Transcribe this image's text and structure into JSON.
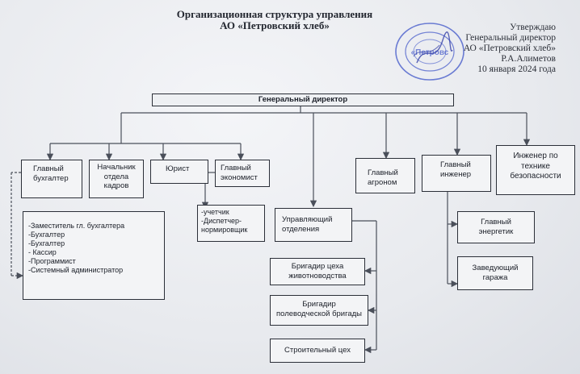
{
  "header": {
    "title_line1": "Организационная  структура  управления",
    "title_line2": "АО «Петровский хлеб»"
  },
  "approval": {
    "line1": "Утверждаю",
    "line2": "Генеральный директор",
    "line3": "АО «Петровский хлеб»",
    "line4": "Р.А.Алиметов",
    "line5": "10 января 2024 года"
  },
  "stamp": {
    "color": "#3e54c8"
  },
  "chart": {
    "ceo": "Генеральный директор",
    "chief_accountant": [
      "Главный",
      "бухгалтер"
    ],
    "hr_head": [
      "Начальник",
      "отдела",
      "кадров"
    ],
    "lawyer": "Юрист",
    "chief_economist": [
      "Главный",
      "экономист"
    ],
    "chief_agronomist": [
      "Главный",
      "агроном"
    ],
    "chief_engineer": [
      "Главный",
      "инженер"
    ],
    "safety_engineer": [
      "Инженер по",
      "технике",
      "безопасности"
    ],
    "accounting_staff": [
      "-Заместитель гл. бухгалтера",
      "-Бухгалтер",
      "-Бухгалтер",
      "- Кассир",
      "-Программист",
      "-Системный администратор"
    ],
    "economist_staff": [
      "-учетчик",
      "-Диспетчер-",
      "нормировщик"
    ],
    "branch_manager": [
      "Управляющий",
      "отделения"
    ],
    "livestock_foreman": [
      "Бригадир цеха",
      "животноводства"
    ],
    "field_foreman": [
      "Бригадир",
      "полеводческой бригады"
    ],
    "construction": "Строительный цех",
    "chief_power": [
      "Главный",
      "энергетик"
    ],
    "garage_head": [
      "Заведующий",
      "гаража"
    ]
  }
}
